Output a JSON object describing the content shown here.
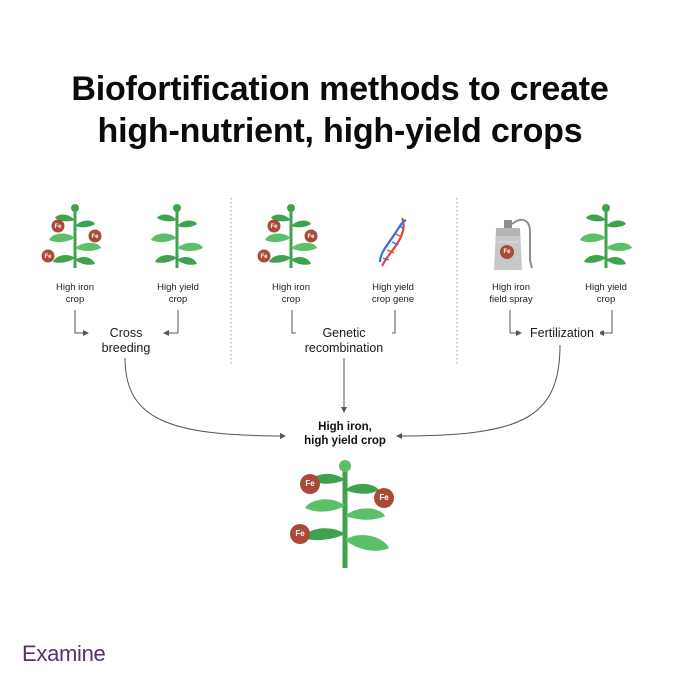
{
  "title": {
    "line1": "Biofortification methods to create",
    "line2": "high-nutrient, high-yield crops"
  },
  "columns": [
    {
      "left_label_1": "High iron",
      "left_label_2": "crop",
      "right_label_1": "High yield",
      "right_label_2": "crop",
      "method_1": "Cross",
      "method_2": "breeding"
    },
    {
      "left_label_1": "High iron",
      "left_label_2": "crop",
      "right_label_1": "High yield",
      "right_label_2": "crop gene",
      "method_1": "Genetic",
      "method_2": "recombination"
    },
    {
      "left_label_1": "High iron",
      "left_label_2": "field spray",
      "right_label_1": "High yield",
      "right_label_2": "crop",
      "method_1": "Fertilization"
    }
  ],
  "result": {
    "line1": "High iron,",
    "line2": "high yield crop"
  },
  "iron_symbol": "Fe",
  "brand": "Examine",
  "colors": {
    "leaf_green": "#3fa34d",
    "leaf_light": "#5cc06a",
    "iron_badge": "#a94a36",
    "dna_red": "#e2473b",
    "dna_blue": "#3b6fd8",
    "brand_purple": "#5a2e72"
  }
}
